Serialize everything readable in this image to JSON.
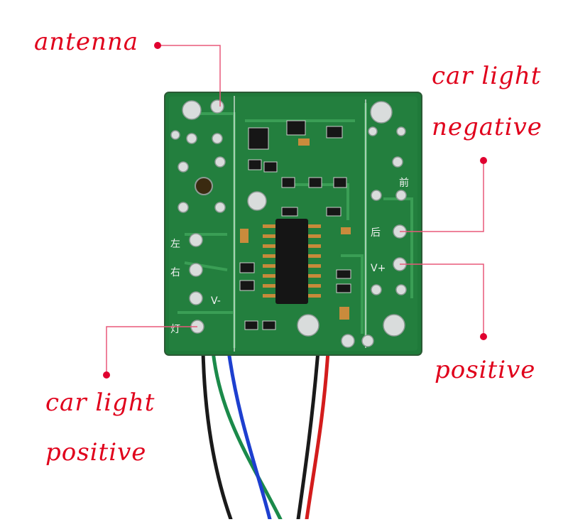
{
  "labels": {
    "antenna": "antenna",
    "car_light_negative_line1": "car light",
    "car_light_negative_line2": "negative",
    "positive": "positive",
    "car_light_positive_line1": "car light",
    "car_light_positive_line2": "positive"
  },
  "silkscreen": {
    "left": "左",
    "right": "右",
    "v_minus": "V-",
    "light": "灯",
    "front": "前",
    "rear": "后",
    "v_plus": "V+"
  },
  "colors": {
    "label": "#e0001b",
    "leader": "#e8587a",
    "pcb": "#1f7a3a",
    "wire_black": "#1a1a1a",
    "wire_green": "#1b8a4a",
    "wire_blue": "#1d3fcf",
    "wire_red": "#d31c1c"
  }
}
